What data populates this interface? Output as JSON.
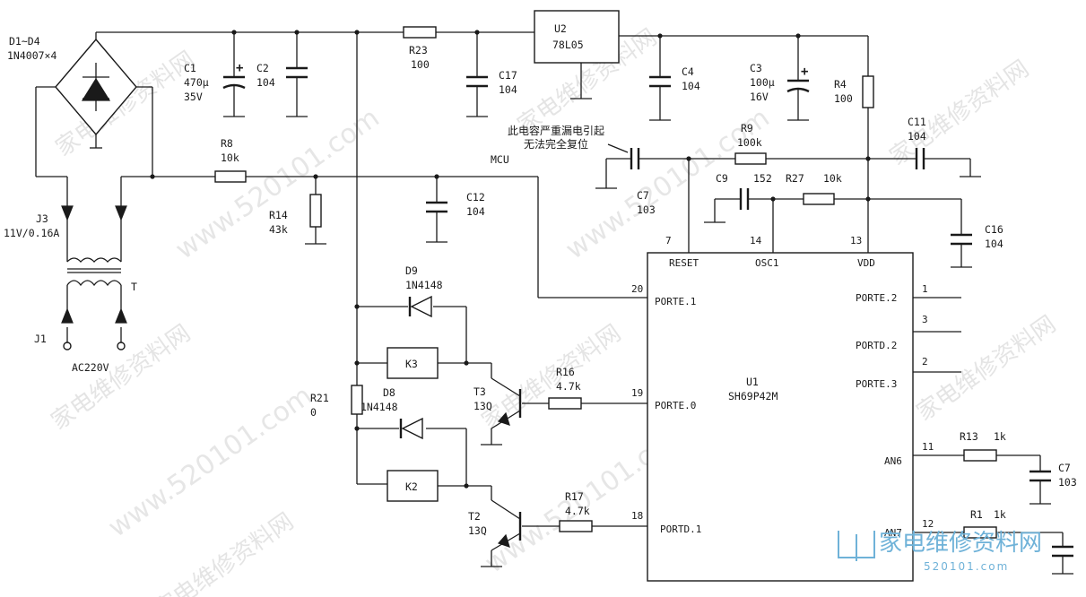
{
  "components": {
    "bridge": {
      "ref": "D1~D4",
      "value": "1N4007×4"
    },
    "j3": {
      "ref": "J3",
      "value": "11V/0.16A"
    },
    "t": {
      "ref": "T"
    },
    "j1": {
      "ref": "J1",
      "value": "AC220V"
    },
    "c1": {
      "ref": "C1",
      "value1": "470μ",
      "value2": "35V"
    },
    "c2": {
      "ref": "C2",
      "value": "104"
    },
    "r23": {
      "ref": "R23",
      "value": "100"
    },
    "c17": {
      "ref": "C17",
      "value": "104"
    },
    "u2": {
      "ref": "U2",
      "value": "78L05"
    },
    "c4": {
      "ref": "C4",
      "value": "104"
    },
    "c3": {
      "ref": "C3",
      "value1": "100μ",
      "value2": "16V"
    },
    "r4": {
      "ref": "R4",
      "value": "100"
    },
    "c11": {
      "ref": "C11",
      "value": "104"
    },
    "r9": {
      "ref": "R9",
      "value": "100k"
    },
    "c7a": {
      "ref": "C7",
      "value": "103"
    },
    "c9": {
      "ref": "C9",
      "value": "152"
    },
    "r27": {
      "ref": "R27",
      "value": "10k"
    },
    "c16": {
      "ref": "C16",
      "value": "104"
    },
    "r8": {
      "ref": "R8",
      "value": "10k"
    },
    "r14": {
      "ref": "R14",
      "value": "43k"
    },
    "c12": {
      "ref": "C12",
      "value": "104"
    },
    "d9": {
      "ref": "D9",
      "value": "1N4148"
    },
    "k3": {
      "ref": "K3"
    },
    "r21": {
      "ref": "R21",
      "value": "0"
    },
    "d8": {
      "ref": "D8",
      "value": "1N4148"
    },
    "k2": {
      "ref": "K2"
    },
    "t3": {
      "ref": "T3",
      "value": "13Q"
    },
    "t2": {
      "ref": "T2",
      "value": "13Q"
    },
    "r16": {
      "ref": "R16",
      "value": "4.7k"
    },
    "r17": {
      "ref": "R17",
      "value": "4.7k"
    },
    "u1": {
      "ref": "U1",
      "value": "SH69P42M"
    },
    "r13": {
      "ref": "R13",
      "value": "1k"
    },
    "c7b": {
      "ref": "C7",
      "value": "103"
    },
    "r1": {
      "ref": "R1",
      "value": "1k"
    }
  },
  "annotations": {
    "note_line1": "此电容严重漏电引起",
    "note_line2": "无法完全复位",
    "mcu": "MCU"
  },
  "u1_pins": {
    "reset": {
      "name": "RESET",
      "num": "7"
    },
    "osc1": {
      "name": "OSC1",
      "num": "14"
    },
    "vdd": {
      "name": "VDD",
      "num": "13"
    },
    "porte1": {
      "name": "PORTE.1",
      "num": "20"
    },
    "porte0": {
      "name": "PORTE.0",
      "num": "19"
    },
    "portd1": {
      "name": "PORTD.1",
      "num": "18"
    },
    "porte2": {
      "name": "PORTE.2",
      "num": "1"
    },
    "portd2": {
      "name": "PORTD.2",
      "num": "3"
    },
    "porte3": {
      "name": "PORTE.3",
      "num": "2"
    },
    "an6": {
      "name": "AN6",
      "num": "11"
    },
    "an7": {
      "name": "AN7",
      "num": "12"
    }
  },
  "watermark": {
    "text": "家电维修资料网",
    "url": "www.520101.com"
  },
  "logo": {
    "text": "家电维修资料网",
    "url": "520101.com"
  },
  "colors": {
    "ink": "#1a1a1a",
    "watermark": "#cfcfcf",
    "logo": "#6fb2d8"
  }
}
